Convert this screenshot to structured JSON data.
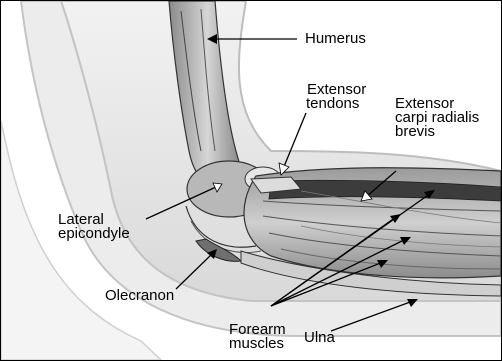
{
  "labels": {
    "humerus": "Humerus",
    "extensor_tendons_line1": "Extensor",
    "extensor_tendons_line2": "tendons",
    "ecrb_line1": "Extensor",
    "ecrb_line2": "carpi radialis",
    "ecrb_line3": "brevis",
    "lateral_epicondyle_line1": "Lateral",
    "lateral_epicondyle_line2": "epicondyle",
    "olecranon": "Olecranon",
    "forearm_muscles_line1": "Forearm",
    "forearm_muscles_line2": "muscles",
    "ulna": "Ulna"
  }
}
